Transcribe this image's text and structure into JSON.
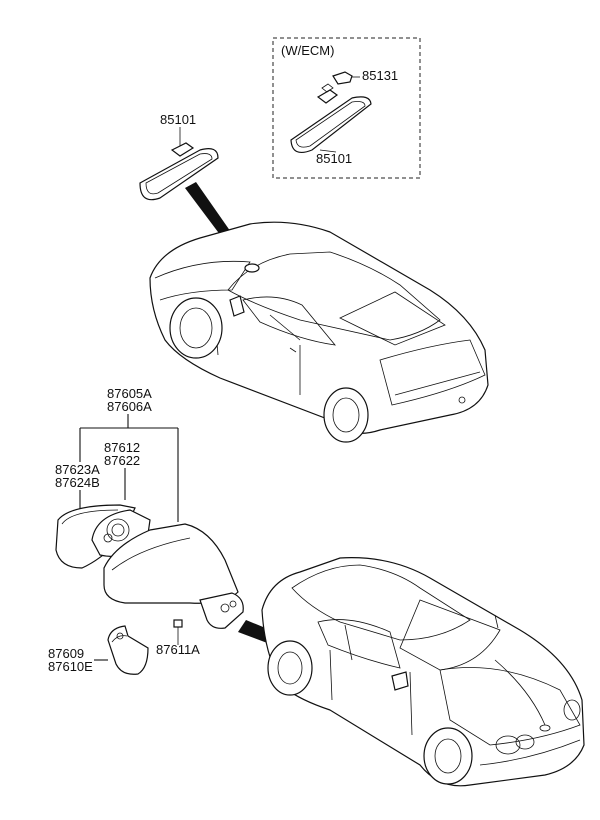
{
  "ecm_box": {
    "title": "(W/ECM)",
    "part_bracket": "85131",
    "part_mirror": "85101"
  },
  "interior_mirror": {
    "part": "85101"
  },
  "outside_mirror": {
    "assembly_lh": "87605A",
    "assembly_rh": "87606A",
    "glass_lh": "87612",
    "glass_rh": "87622",
    "housing_lh": "87623A",
    "housing_rh": "87624B",
    "cover_lh": "87609",
    "cover_rh": "87610E",
    "screw": "87611A"
  }
}
